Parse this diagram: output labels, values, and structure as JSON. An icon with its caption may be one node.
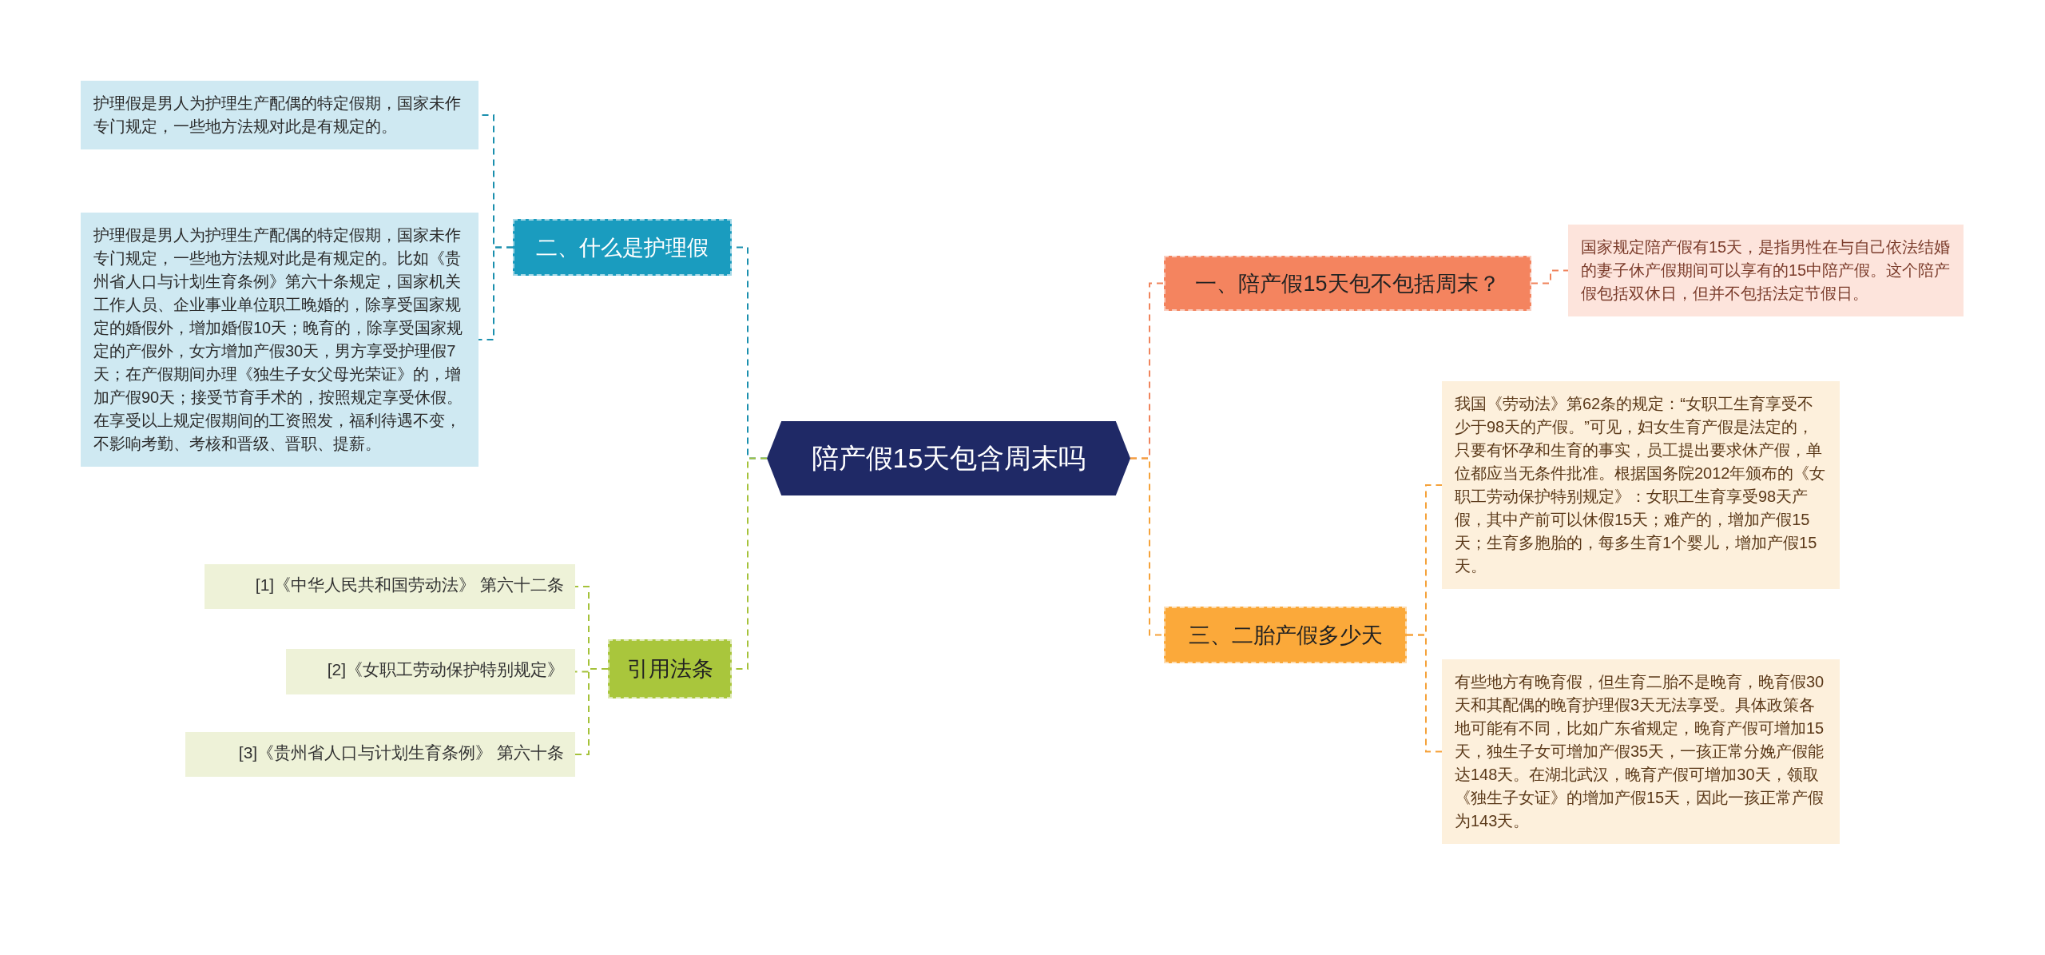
{
  "diagram": {
    "nodes": [
      {
        "text": [
          "陪产假15天包含周末吗"
        ]
      },
      {
        "text": [
          "一、陪产假15天包不包括周末？"
        ]
      },
      {
        "text": [
          "国家规定陪产假有15天，是指男性在与自己依法结婚的妻子休产假期间可以享有的15中陪产假。这个陪产假包括双休日，但并不包括法定节假日。"
        ]
      },
      {
        "text": [
          "三、二胎产假多少天"
        ]
      },
      {
        "text": [
          "我国《劳动法》第62条的规定：“女职工生育享受不少于98天的产假。”可见，妇女生育产假是法定的，只要有怀孕和生育的事实，员工提出要求休产假，单位都应当无条件批准。根据国务院2012年颁布的《女职工劳动保护特别规定》：女职工生育享受98天产假，其中产前可以休假15天；难产的，增加产假15天；生育多胞胎的，每多生育1个婴儿，增加产假15天。"
        ]
      },
      {
        "text": [
          "有些地方有晚育假，但生育二胎不是晚育，晚育假30天和其配偶的晚育护理假3天无法享受。具体政策各地可能有不同，比如广东省规定，晚育产假可增加15天，独生子女可增加产假35天，一孩正常分娩产假能达148天。在湖北武汉，晚育产假可增加30天，领取《独生子女证》的增加产假15天，因此一孩正常产假为143天。"
        ]
      },
      {
        "text": [
          "二、什么是护理假"
        ]
      },
      {
        "text": [
          "护理假是男人为护理生产配偶的特定假期，国家未作专门规定，一些地方法规对此是有规定的。"
        ]
      },
      {
        "text": [
          "护理假是男人为护理生产配偶的特定假期，国家未作专门规定，一些地方法规对此是有规定的。比如《贵州省人口与计划生育条例》第六十条规定，国家机关工作人员、企业事业单位职工晚婚的，除享受国家规定的婚假外，增加婚假10天；晚育的，除享受国家规定的产假外，女方增加产假30天，男方享受护理假7天；在产假期间办理《独生子女父母光荣证》的，增加产假90天；接受节育手术的，按照规定享受休假。在享受以上规定假期间的工资照发，福利待遇不变，不影响考勤、考核和晋级、晋职、提薪。"
        ]
      },
      {
        "text": [
          "引用法条"
        ]
      },
      {
        "text": [
          "[1]《中华人民共和国劳动法》 第六十二条"
        ]
      },
      {
        "text": [
          "[2]《女职工劳动保护特别规定》"
        ]
      },
      {
        "text": [
          "[3]《贵州省人口与计划生育条例》 第六十条"
        ]
      }
    ],
    "edges": [
      {
        "from": 0,
        "to": 1,
        "arrow": "none",
        "color": "#f0845c"
      },
      {
        "from": 1,
        "to": 2,
        "arrow": "none",
        "color": "#f0845c"
      },
      {
        "from": 0,
        "to": 3,
        "arrow": "none",
        "color": "#f5a23a"
      },
      {
        "from": 3,
        "to": 4,
        "arrow": "none",
        "color": "#f5a23a"
      },
      {
        "from": 3,
        "to": 5,
        "arrow": "none",
        "color": "#f5a23a"
      },
      {
        "from": 0,
        "to": 6,
        "arrow": "none",
        "color": "#1a8fae"
      },
      {
        "from": 6,
        "to": 7,
        "arrow": "none",
        "color": "#1a8fae"
      },
      {
        "from": 6,
        "to": 8,
        "arrow": "none",
        "color": "#1a8fae"
      },
      {
        "from": 0,
        "to": 9,
        "arrow": "none",
        "color": "#a5c23a"
      },
      {
        "from": 9,
        "to": 10,
        "arrow": "none",
        "color": "#a5c23a"
      },
      {
        "from": 9,
        "to": 11,
        "arrow": "none",
        "color": "#a5c23a"
      },
      {
        "from": 9,
        "to": 12,
        "arrow": "none",
        "color": "#a5c23a"
      }
    ]
  }
}
